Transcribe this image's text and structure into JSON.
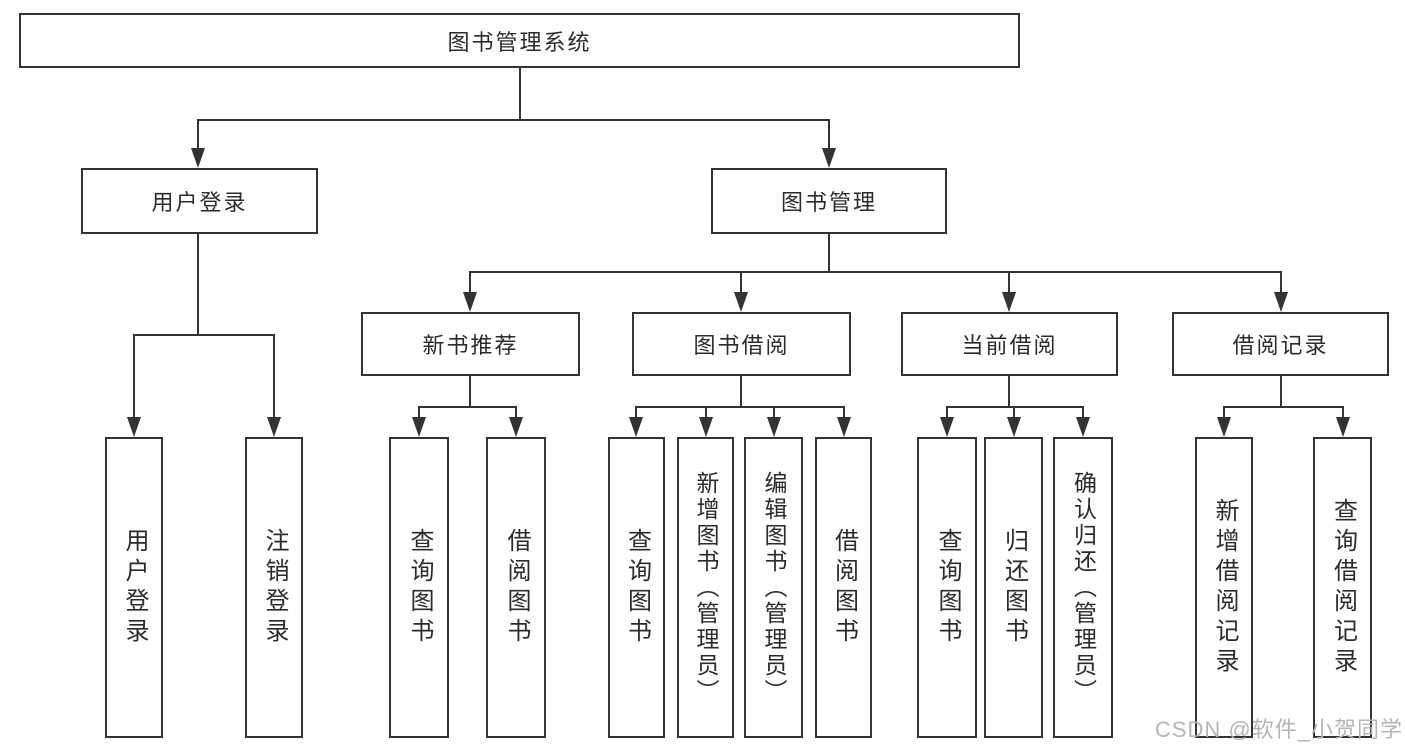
{
  "colors": {
    "line": "#333333",
    "box_border": "#333333",
    "text": "#2b2b2b",
    "background": "#ffffff",
    "watermark": "#b5b5b5"
  },
  "watermark": {
    "text": "CSDN @软件_小贺同学"
  },
  "tree": {
    "root": {
      "label": "图书管理系统",
      "children": [
        {
          "label": "用户登录",
          "children": [
            {
              "label": "用户登录"
            },
            {
              "label": "注销登录"
            }
          ]
        },
        {
          "label": "图书管理",
          "children": [
            {
              "label": "新书推荐",
              "children": [
                {
                  "label": "查询图书"
                },
                {
                  "label": "借阅图书"
                }
              ]
            },
            {
              "label": "图书借阅",
              "children": [
                {
                  "label": "查询图书"
                },
                {
                  "label": "新增图书（管理员）"
                },
                {
                  "label": "编辑图书（管理员）"
                },
                {
                  "label": "借阅图书"
                }
              ]
            },
            {
              "label": "当前借阅",
              "children": [
                {
                  "label": "查询图书"
                },
                {
                  "label": "归还图书"
                },
                {
                  "label": "确认归还（管理员）"
                }
              ]
            },
            {
              "label": "借阅记录",
              "children": [
                {
                  "label": "新增借阅记录"
                },
                {
                  "label": "查询借阅记录"
                }
              ]
            }
          ]
        }
      ]
    }
  }
}
